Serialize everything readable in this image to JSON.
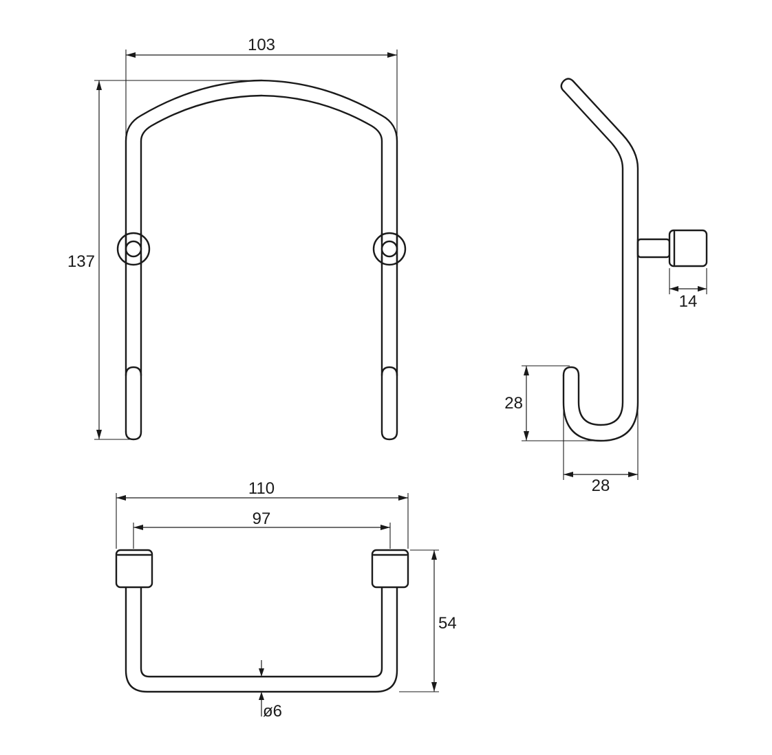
{
  "dimensions": {
    "front_width": "103",
    "front_height": "137",
    "side_mount_depth": "14",
    "side_hook_height": "28",
    "side_hook_width": "28",
    "top_outer_width": "110",
    "top_inner_width": "97",
    "top_depth": "54",
    "rod_diameter": "ø6"
  },
  "colors": {
    "line": "#1a1a1a",
    "background": "#ffffff"
  }
}
